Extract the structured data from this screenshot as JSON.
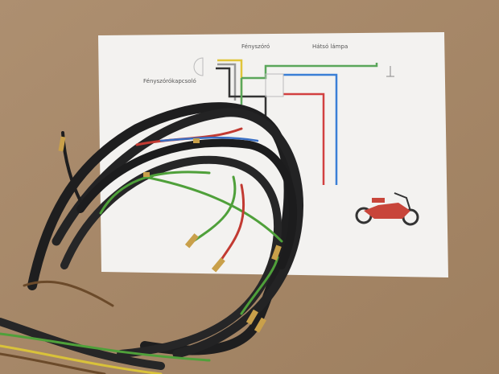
{
  "diagram": {
    "labels": {
      "headlight": "Fényszóró",
      "rear_lamp": "Hátsó lámpa",
      "headlight_switch": "Fényszórókapcsoló"
    }
  },
  "colors": {
    "cardboard": "#a8896a",
    "paper": "#f3f2f0",
    "wire_black": "#1e1e1f",
    "wire_green": "#4fa03a",
    "wire_yellow": "#d9c23a",
    "wire_brown": "#6b4a2a",
    "wire_red": "#c23a32",
    "wire_blue": "#3a6fc4",
    "terminal_brass": "#c9a04a",
    "moped_red": "#c8453a"
  }
}
